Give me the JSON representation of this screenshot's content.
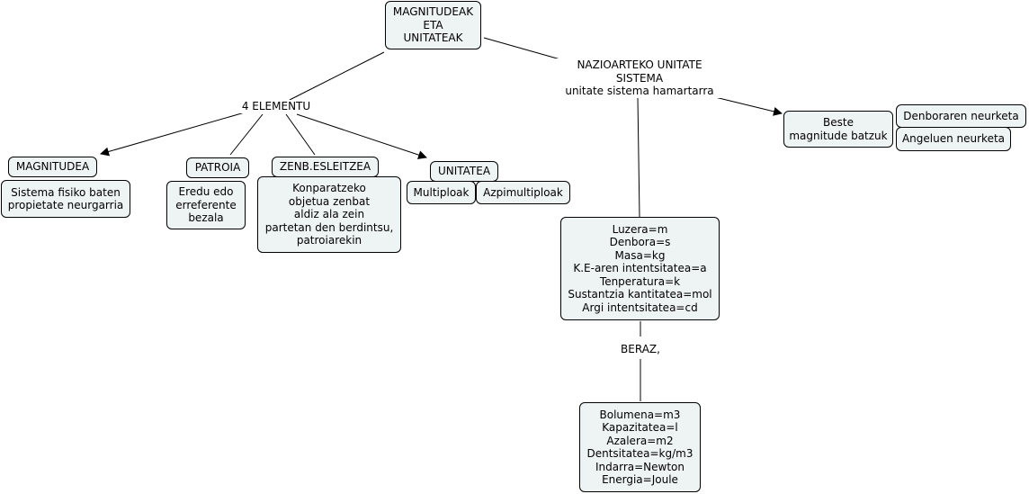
{
  "map": {
    "root": "MAGNITUDEAK\nETA\nUNITATEAK",
    "elementu_link": "4 ELEMENTU",
    "nazio_link": "NAZIOARTEKO UNITATE\nSISTEMA\nunitate sistema hamartarra",
    "beraz_link": "BERAZ,",
    "magnitudea": "MAGNITUDEA",
    "magnitudea_def": "Sistema fisiko baten\npropietate neurgarria",
    "patroia": "PATROIA",
    "patroia_def": "Eredu edo\nerreferente\nbezala",
    "zenb": "ZENB.ESLEITZEA",
    "zenb_def": "Konparatzeko\nobjetua zenbat\naldiz ala zein\npartetan den berdintsu,\npatroiarekin",
    "unitatea": "UNITATEA",
    "multiploak": "Multiploak",
    "azpimultiploak": "Azpimultiploak",
    "beste": "Beste\nmagnitude batzuk",
    "denbora_neurketa": "Denboraren neurketa",
    "angelu_neurketa": "Angeluen neurketa",
    "oinarrizkoak": "Luzera=m\nDenbora=s\nMasa=kg\nK.E-aren intentsitatea=a\nTenperatura=k\nSustantzia kantitatea=mol\nArgi intentsitatea=cd",
    "eratorriak": "Bolumena=m3\nKapazitatea=l\nAzalera=m2\nDentsitatea=kg/m3\nIndarra=Newton\nEnergia=Joule"
  }
}
